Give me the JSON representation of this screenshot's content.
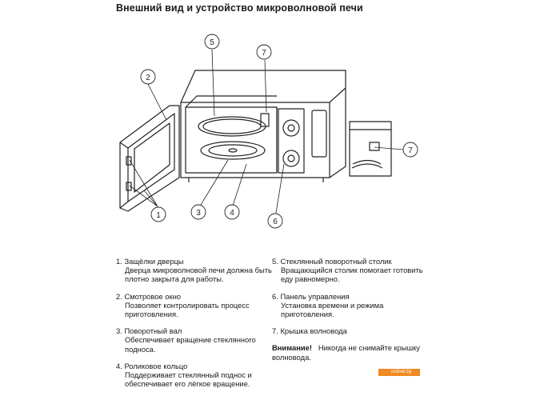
{
  "title": "Внешний вид и устройство микроволновой печи",
  "callouts": [
    "1",
    "2",
    "3",
    "4",
    "5",
    "6",
    "7",
    "7"
  ],
  "items_left": [
    {
      "num": "1.",
      "name": "Защёлки дверцы",
      "desc": "Дверца микроволновой печи должна быть плотно закрыта для работы."
    },
    {
      "num": "2.",
      "name": "Смотровое окно",
      "desc": "Позволяет контролировать процесс приготовления."
    },
    {
      "num": "3.",
      "name": "Поворотный вал",
      "desc": "Обеспечивает вращение стеклянного подноса."
    },
    {
      "num": "4.",
      "name": "Роликовое кольцо",
      "desc": "Поддерживает стеклянный поднос и обеспечивает его лёгкое вращение."
    }
  ],
  "items_right": [
    {
      "num": "5.",
      "name": "Стеклянный поворотный столик",
      "desc": "Вращающийся столик помогает готовить еду равномерно."
    },
    {
      "num": "6.",
      "name": "Панель управления",
      "desc": "Установка времени и режима приготовления."
    },
    {
      "num": "7.",
      "name": "Крышка волновода",
      "desc": ""
    }
  ],
  "warning": {
    "label": "Внимание!",
    "text": "Никогда не снимайте крышку волновода."
  },
  "watermark": "onliner.by"
}
